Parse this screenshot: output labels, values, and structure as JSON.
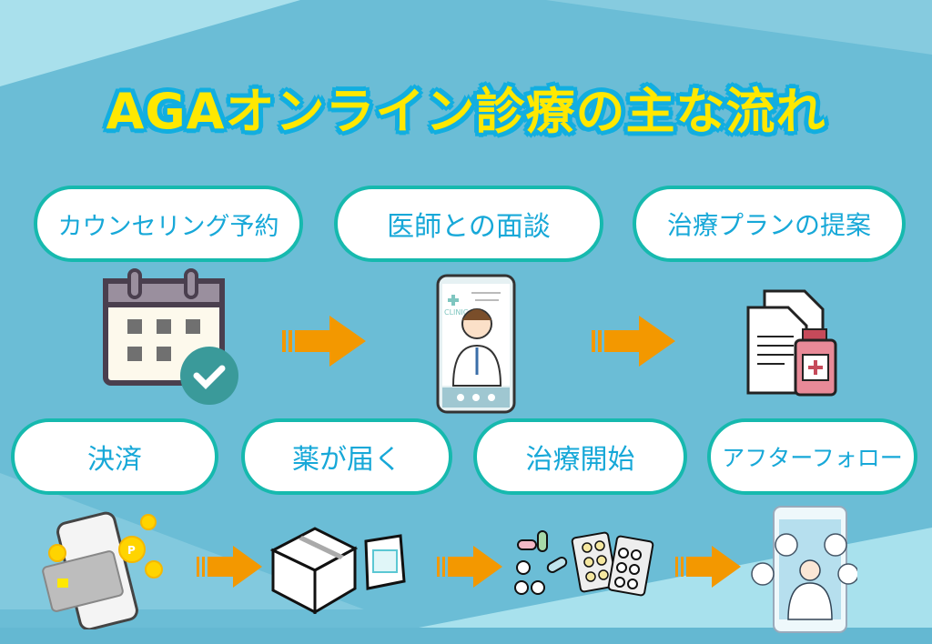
{
  "title": "AGAオンライン診療の主な流れ",
  "steps": [
    {
      "label": "カウンセリング予約",
      "icon": "calendar-check-icon"
    },
    {
      "label": "医師との面談",
      "icon": "phone-doctor-icon"
    },
    {
      "label": "治療プランの提案",
      "icon": "document-medicine-icon"
    },
    {
      "label": "決済",
      "icon": "card-phone-points-icon"
    },
    {
      "label": "薬が届く",
      "icon": "package-icon"
    },
    {
      "label": "治療開始",
      "icon": "pills-icon"
    },
    {
      "label": "アフターフォロー",
      "icon": "phone-doctor-followup-icon"
    }
  ],
  "phone_clinic_text": "CLINIC",
  "colors": {
    "background": "#6bbdd6",
    "title": "#ffe800",
    "title_outline": "#12aee0",
    "pill_border": "#16b9ae",
    "pill_text": "#17a8d8",
    "arrow": "#f39800"
  }
}
